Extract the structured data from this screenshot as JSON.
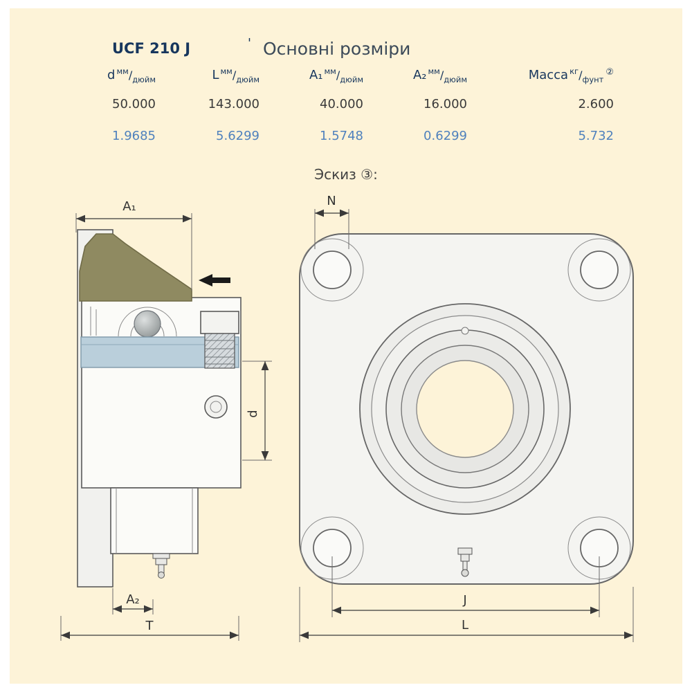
{
  "header": {
    "part_number": "UCF 210 J",
    "separator": "'",
    "title": "Основні розміри"
  },
  "table": {
    "columns": [
      {
        "symbol": "d",
        "sup": "мм",
        "sub": "дюйм",
        "suffix": ""
      },
      {
        "symbol": "L",
        "sup": "мм",
        "sub": "дюйм",
        "suffix": ""
      },
      {
        "symbol": "A₁",
        "sup": "мм",
        "sub": "дюйм",
        "suffix": ""
      },
      {
        "symbol": "A₂",
        "sup": "мм",
        "sub": "дюйм",
        "suffix": ""
      },
      {
        "symbol": "Масса",
        "sup": "кг",
        "sub": "фунт",
        "suffix": "②"
      }
    ],
    "row_mm": [
      "50.000",
      "143.000",
      "40.000",
      "16.000",
      "2.600"
    ],
    "row_inch": [
      "1.9685",
      "5.6299",
      "1.5748",
      "0.6299",
      "5.732"
    ]
  },
  "sketch": {
    "caption": "Эскиз ③:",
    "side_view": {
      "dim_a1": "A₁",
      "dim_a2": "A₂",
      "dim_t": "T",
      "dim_d": "d"
    },
    "front_view": {
      "dim_n": "N",
      "dim_j": "J",
      "dim_l": "L"
    }
  },
  "colors": {
    "sheet_bg": "#fdf3d8",
    "navy": "#17365d",
    "accent_blue": "#4f81bd",
    "olive_cap": "#8f8a61",
    "collar_blue": "#bacfdb"
  }
}
